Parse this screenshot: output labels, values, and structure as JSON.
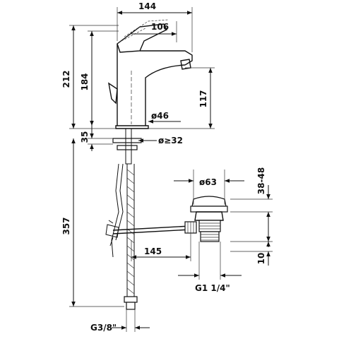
{
  "drawing": {
    "units": "mm",
    "dimensions": {
      "total_width": "144",
      "handle_reach": "106",
      "height_total": "212",
      "height_body": "184",
      "spout_height": "117",
      "body_diameter": "ø46",
      "base_thickness": "35",
      "hole_diameter": "ø≥32",
      "hose_length": "357",
      "waste_diameter": "ø63",
      "waste_range": "38-48",
      "waste_offset": "10",
      "rod_length": "145",
      "waste_thread": "G1 1/4\"",
      "hose_thread": "G3/8\""
    }
  }
}
